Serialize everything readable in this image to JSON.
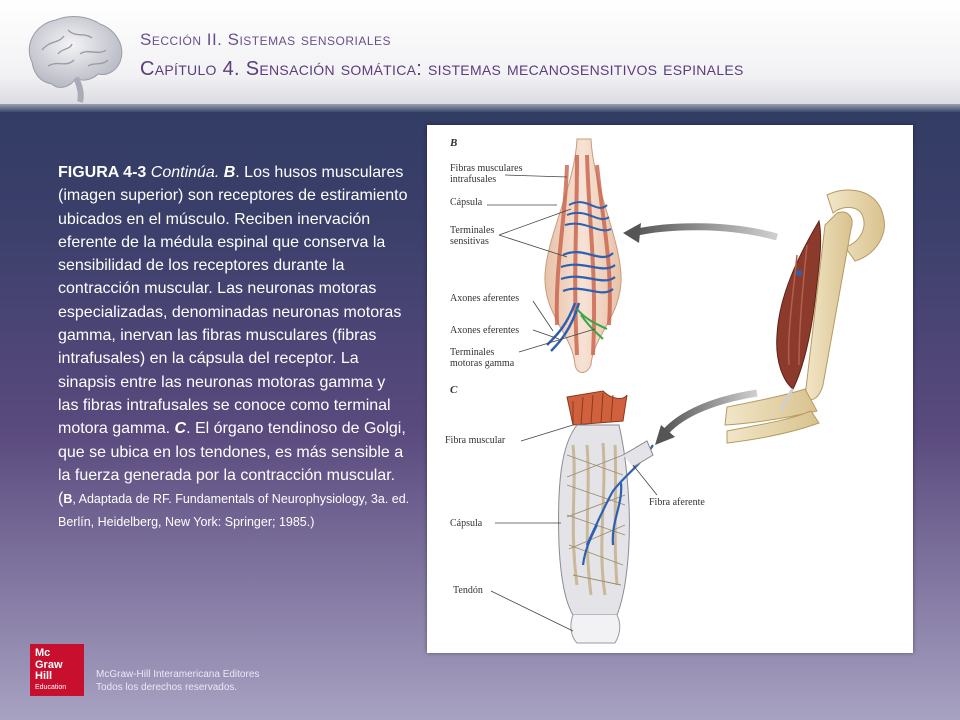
{
  "header": {
    "section": "Sección II. Sistemas sensoriales",
    "chapter": "Capítulo 4. Sensación somática: sistemas mecanosensitivos espinales"
  },
  "caption": {
    "figure_label": "FIGURA 4-3",
    "continues": "Continúa.",
    "part_b": "B",
    "text_b": "Los husos musculares (imagen superior) son receptores de estiramiento ubicados en el músculo. Reciben inervación eferente de la médula espinal que conserva la sensibilidad de los receptores durante la contracción muscular. Las neuronas motoras especializadas, denominadas neuronas motoras gamma, inervan las fibras musculares (fibras intrafusales) en la cápsula del receptor. La sinapsis entre las neuronas motoras gamma y las fibras intrafusales se conoce como terminal motora gamma.",
    "part_c": "C",
    "text_c": "El órgano tendinoso de Golgi, que se ubica en los tendones, es más sensible a la fuerza generada por la contracción muscular.",
    "source_open": "(",
    "source_b": "B",
    "source_text": ", Adaptada de RF. Fundamentals of Neurophysiology, 3a. ed. Berlín, Heidelberg, New York: Springer; 1985.)"
  },
  "figure": {
    "panel_b": "B",
    "panel_c": "C",
    "labels_b": {
      "fibras_intrafusales": "Fibras musculares intrafusales",
      "capsula": "Cápsula",
      "terminales_sensitivas": "Terminales sensitivas",
      "axones_aferentes": "Axones aferentes",
      "axones_eferentes": "Axones eferentes",
      "terminales_motoras": "Terminales motoras gamma"
    },
    "labels_c": {
      "fibra_muscular": "Fibra muscular",
      "fibra_aferente": "Fibra aferente",
      "capsula": "Cápsula",
      "tendon": "Tendón"
    }
  },
  "logo": {
    "line1": "Mc",
    "line2": "Graw",
    "line3": "Hill",
    "line4": "Education"
  },
  "footer": {
    "publisher": "McGraw-Hill Interamericana Editores",
    "rights": "Todos los derechos reservados."
  }
}
